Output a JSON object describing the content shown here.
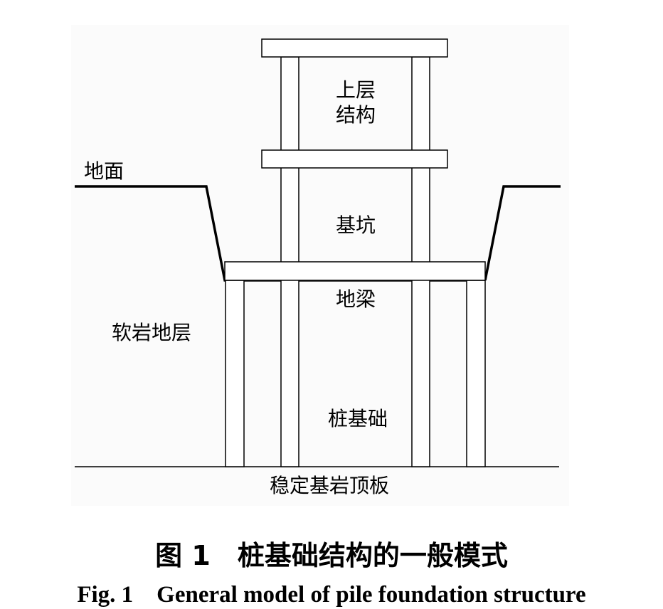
{
  "labels": {
    "upper_structure_line1": "上层",
    "upper_structure_line2": "结构",
    "ground": "地面",
    "foundation_pit": "基坑",
    "ground_beam": "地梁",
    "soft_rock_stratum": "软岩地层",
    "pile_foundation": "桩基础",
    "stable_bedrock_roof": "稳定基岩顶板"
  },
  "caption": {
    "chinese": "图 1　桩基础结构的一般模式",
    "english": "Fig. 1　General model of pile foundation structure"
  }
}
